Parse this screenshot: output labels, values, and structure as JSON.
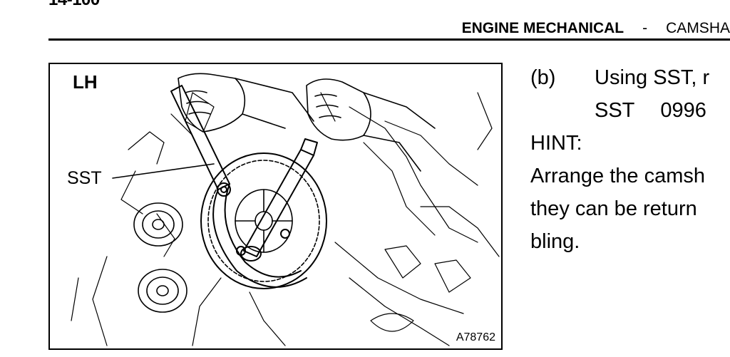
{
  "header": {
    "page_number": "14-100",
    "section": "ENGINE MECHANICAL",
    "separator": "-",
    "subsection": "CAMSHA"
  },
  "figure": {
    "side_label": "LH",
    "callout": "SST",
    "figure_id": "A78762"
  },
  "step": {
    "label": "(b)",
    "text": "Using SST, r",
    "sst_prefix": "SST",
    "sst_code": "0996"
  },
  "hint": {
    "heading": "HINT:",
    "lines": [
      "Arrange the camsh",
      "they can be return",
      "bling."
    ]
  }
}
